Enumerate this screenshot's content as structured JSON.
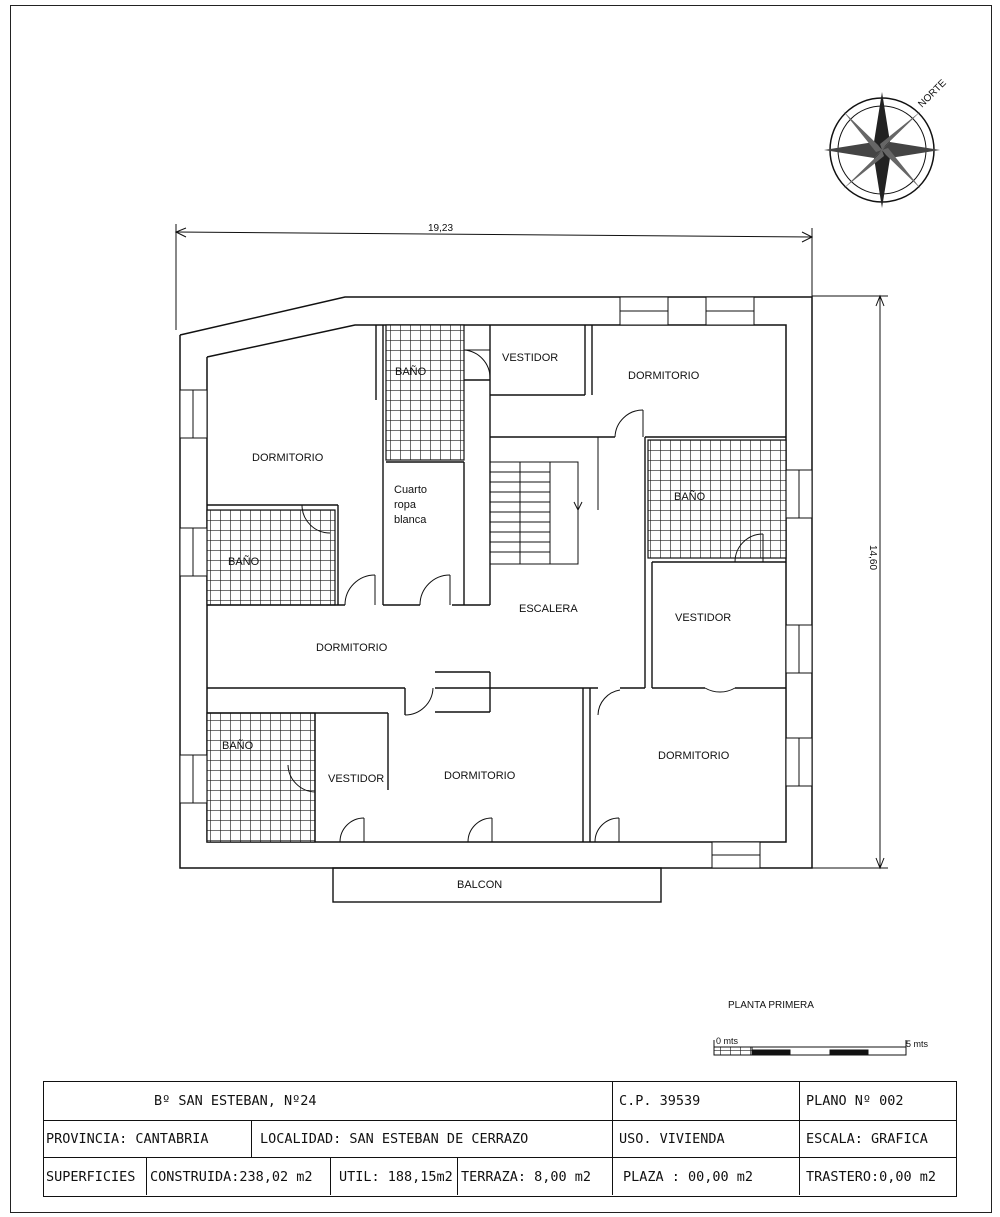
{
  "plan": {
    "dimension_width": "19,23",
    "dimension_height": "14,60",
    "north_label": "NORTE",
    "plan_title": "PLANTA PRIMERA",
    "scale_start": "0 mts",
    "scale_end": "5 mts",
    "rooms": {
      "bano_1": "BAÑO",
      "vestidor_1": "VESTIDOR",
      "dormitorio_1": "DORMITORIO",
      "dormitorio_2": "DORMITORIO",
      "cuarto_ropa_1": "Cuarto",
      "cuarto_ropa_2": "ropa",
      "cuarto_ropa_3": "blanca",
      "bano_2": "BAÑO",
      "bano_3": "BAÑO",
      "escalera": "ESCALERA",
      "vestidor_2": "VESTIDOR",
      "dormitorio_3": "DORMITORIO",
      "bano_4": "BAÑO",
      "vestidor_3": "VESTIDOR",
      "dormitorio_4": "DORMITORIO",
      "dormitorio_5": "DORMITORIO",
      "balcon": "BALCON"
    }
  },
  "title_block": {
    "address": "Bº SAN ESTEBAN, Nº24",
    "cp": "C.P. 39539",
    "plano": "PLANO Nº 002",
    "provincia": "PROVINCIA: CANTABRIA",
    "localidad": "LOCALIDAD: SAN ESTEBAN DE CERRAZO",
    "uso": "USO. VIVIENDA",
    "escala": "ESCALA: GRAFICA",
    "superficies": "SUPERFICIES",
    "construida": "CONSTRUIDA:238,02 m2",
    "util": "UTIL: 188,15m2",
    "terraza": "TERRAZA: 8,00 m2",
    "plaza": "PLAZA : 00,00 m2",
    "trastero": "TRASTERO:0,00 m2"
  }
}
